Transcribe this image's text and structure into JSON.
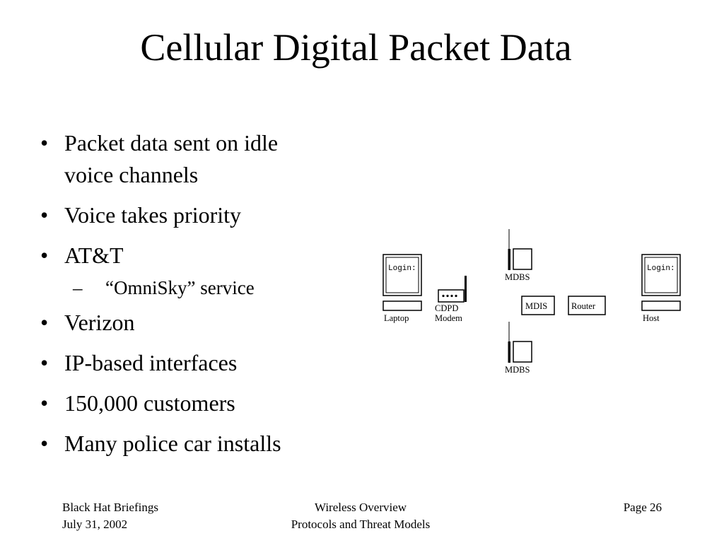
{
  "slide": {
    "title": "Cellular Digital Packet Data",
    "bullets": [
      {
        "text_line1": "Packet data sent on idle",
        "text_line2": "voice channels"
      },
      {
        "text": "Voice takes priority"
      },
      {
        "text": "AT&T",
        "sub": "“OmniSky” service"
      },
      {
        "text": "Verizon"
      },
      {
        "text": "IP-based interfaces"
      },
      {
        "text": "150,000 customers"
      },
      {
        "text": "Many police car installs"
      }
    ],
    "bullet_glyph": "•",
    "sub_bullet_glyph": "–"
  },
  "diagram": {
    "laptop_screen": "Login:",
    "laptop_label": "Laptop",
    "modem_label_line1": "CDPD",
    "modem_label_line2": "Modem",
    "mdbs_top_label": "MDBS",
    "mdbs_bottom_label": "MDBS",
    "mdis_label": "MDIS",
    "router_label": "Router",
    "host_screen": "Login:",
    "host_label": "Host"
  },
  "footer": {
    "left_line1": "Black Hat Briefings",
    "left_line2": "July 31, 2002",
    "center_line1": "Wireless Overview",
    "center_line2": "Protocols and Threat Models",
    "right": "Page 26"
  }
}
